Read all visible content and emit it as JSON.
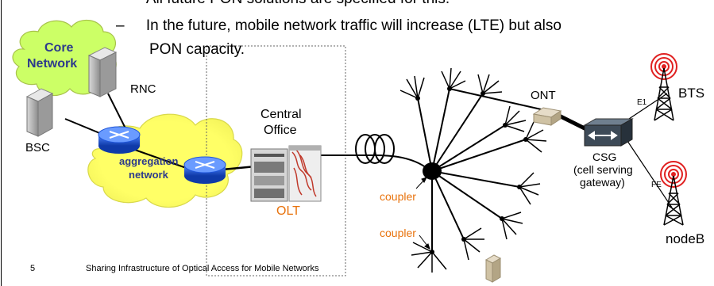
{
  "bullets": [
    {
      "dash": "–",
      "text": "All future PON solutions are specified for this."
    },
    {
      "dash": "–",
      "text": "In the future, mobile network traffic will increase (LTE) but also"
    },
    {
      "dash": "",
      "text": "PON capacity."
    }
  ],
  "labels": {
    "core_network_line1": "Core",
    "core_network_line2": "Network",
    "rnc": "RNC",
    "bsc": "BSC",
    "aggregation_line1": "aggregation",
    "aggregation_line2": "network",
    "central_office_line1": "Central",
    "central_office_line2": "Office",
    "olt": "OLT",
    "coupler_upper": "coupler",
    "coupler_lower": "coupler",
    "ont": "ONT",
    "csg_line1": "CSG",
    "csg_line2": "(cell serving",
    "csg_line3": "gateway)",
    "e1": "E1",
    "fe": "FE",
    "bts": "BTS",
    "nodeb": "nodeB"
  },
  "footer": {
    "page_number": "5",
    "text": "Sharing Infrastructure of Optical Access for Mobile Networks"
  },
  "colors": {
    "cloud_green": "#ccff66",
    "cloud_yellow": "#ffff66",
    "accent_orange": "#e8720c",
    "router_blue": "#1f55d8",
    "antenna_red": "#e02020"
  }
}
